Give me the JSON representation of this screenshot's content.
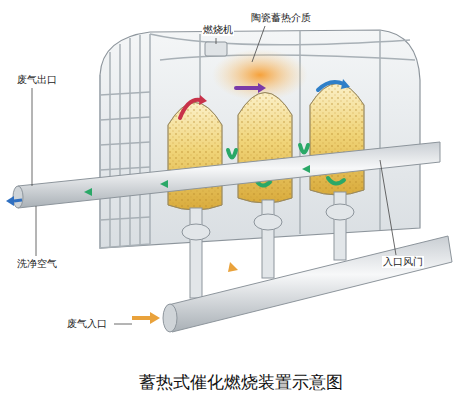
{
  "diagram": {
    "caption": "蓄热式催化燃烧装置示意图",
    "labels": [
      "燃烧机",
      "陶瓷蓄热介质",
      "废气出口",
      "洗净空气",
      "入口风门",
      "废气入口"
    ]
  }
}
